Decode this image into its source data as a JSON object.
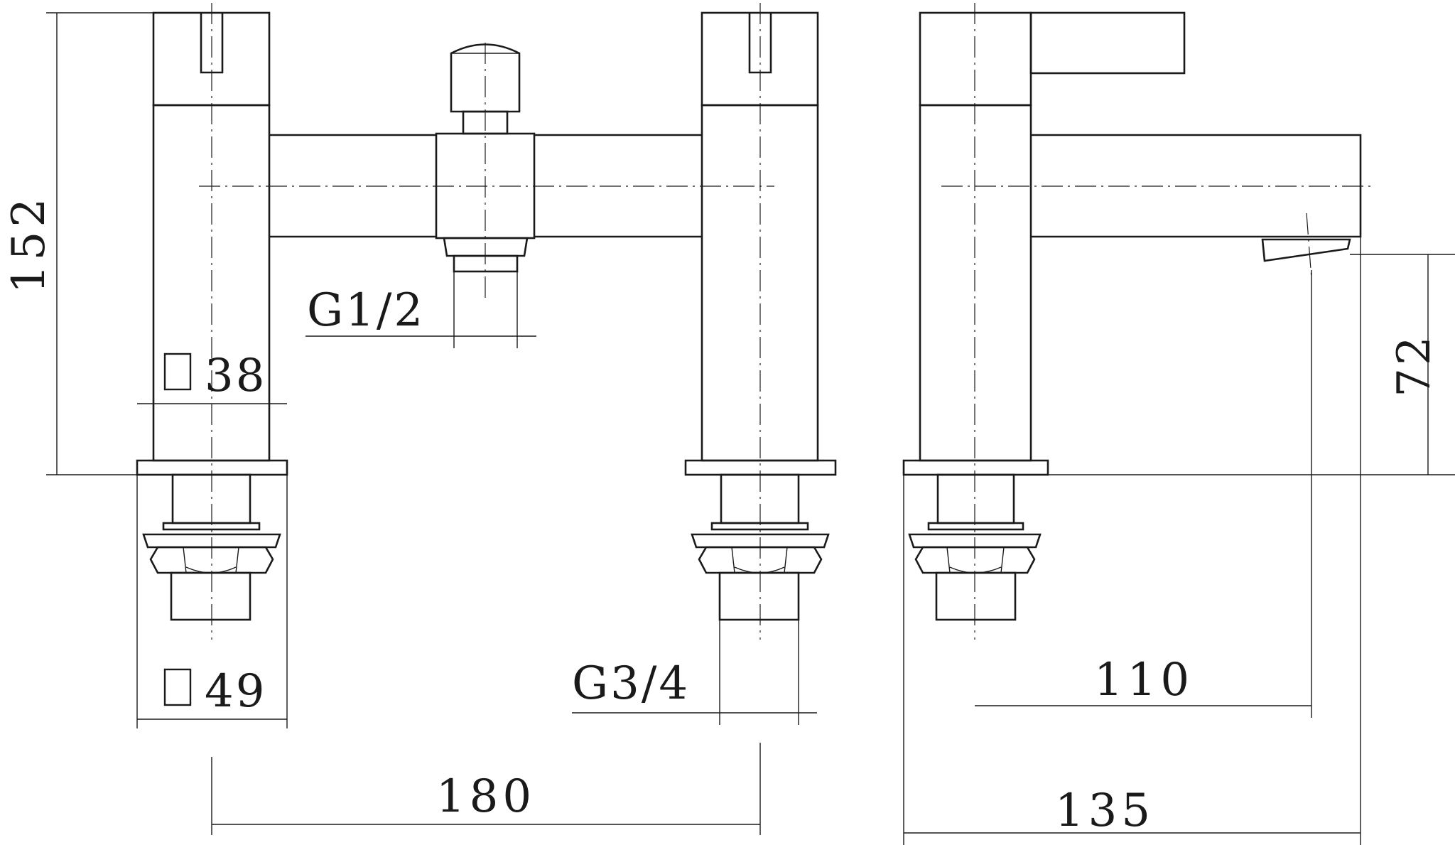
{
  "dimensions": {
    "height_total": "152",
    "pipe_thread": "G1/2",
    "body_square": "38",
    "base_square": "49",
    "inlet_thread": "G3/4",
    "centres": "180",
    "spout_height": "72",
    "spout_reach": "110",
    "overall_depth": "135"
  }
}
